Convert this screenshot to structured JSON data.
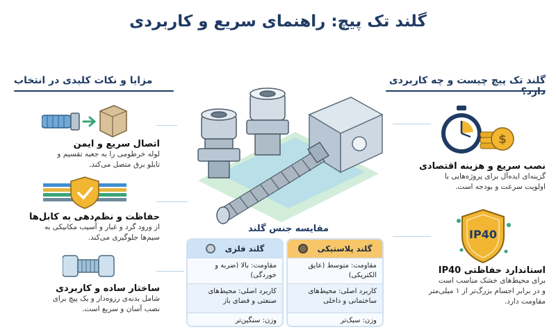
{
  "title": "گلند تک پیچ: راهنمای سریع و کاربردی",
  "left_section": {
    "heading": "گلند تک پیچ چیست و چه کاربردی دارد؟",
    "items": [
      {
        "icon": "conduit-to-box-icon",
        "title": "اتصال سریع و ایمن",
        "desc_lines": [
          "لوله خرطومی را به جعبه تقسیم و",
          "تابلو برق متصل می‌کند."
        ]
      },
      {
        "icon": "shield-cables-icon",
        "title": "حفاظت و نظم‌دهی به کابل‌ها",
        "desc_lines": [
          "از ورود گرد و غبار و آسیب مکانیکی به",
          "سیم‌ها جلوگیری می‌کند."
        ]
      },
      {
        "icon": "threaded-gland-icon",
        "title": "ساختار ساده و کاربردی",
        "desc_lines": [
          "شامل بدنه‌ی رزوه‌دار و یک پیچ برای",
          "نصب آسان و سریع است."
        ]
      }
    ]
  },
  "right_section": {
    "heading": "مزایا و نکات کلیدی در انتخاب",
    "items": [
      {
        "icon": "stopwatch-coins-icon",
        "title": "نصب سریع و هزینه اقتصادی",
        "desc_lines": [
          "گزینه‌ای ایده‌آل برای پروژه‌هایی با",
          "اولویت سرعت و بودجه است."
        ]
      },
      {
        "icon": "ip40-shield-icon",
        "badge": "IP40",
        "title": "استاندارد حفاظتی IP40",
        "desc_lines": [
          "برای محیط‌های خشک مناسب است",
          "و در برابر اجسام بزرگ‌تر از ۱ میلی‌متر",
          "مقاومت دارد."
        ]
      }
    ]
  },
  "comparison": {
    "title": "مقایسه جنس گلند",
    "plastic": {
      "heading": "گلند پلاستیکی",
      "rows": [
        "مقاومت: متوسط (عایق الکتریکی)",
        "کاربرد اصلی: محیط‌های ساختمانی و داخلی",
        "وزن: سبک‌تر"
      ]
    },
    "metal": {
      "heading": "گلند فلزی",
      "rows": [
        "مقاومت: بالا (ضربه و خوردگی)",
        "کاربرد اصلی: محیط‌های صنعتی و فضای باز",
        "وزن: سنگین‌تر"
      ]
    }
  },
  "colors": {
    "title": "#1f3b63",
    "plastic_header": "#f7c66a",
    "metal_header": "#cfe3f6",
    "accent_gold": "#f2b632",
    "accent_green": "#3aa57a"
  }
}
